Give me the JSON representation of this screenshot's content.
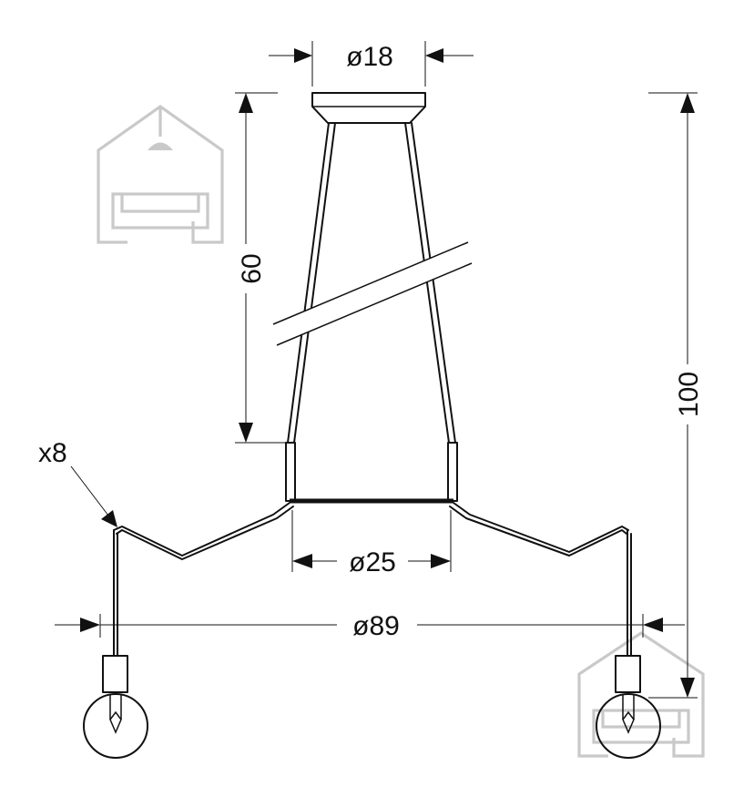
{
  "dimensions": {
    "canopy_diameter": "ø18",
    "rod_height": "60",
    "total_height": "100",
    "frame_diameter": "ø25",
    "total_diameter": "ø89",
    "arm_count": "x8"
  },
  "colors": {
    "line": "#111111",
    "watermark": "#c9c9c9",
    "background": "#ffffff"
  },
  "watermark_icon": "house-lamp-sofa-logo"
}
